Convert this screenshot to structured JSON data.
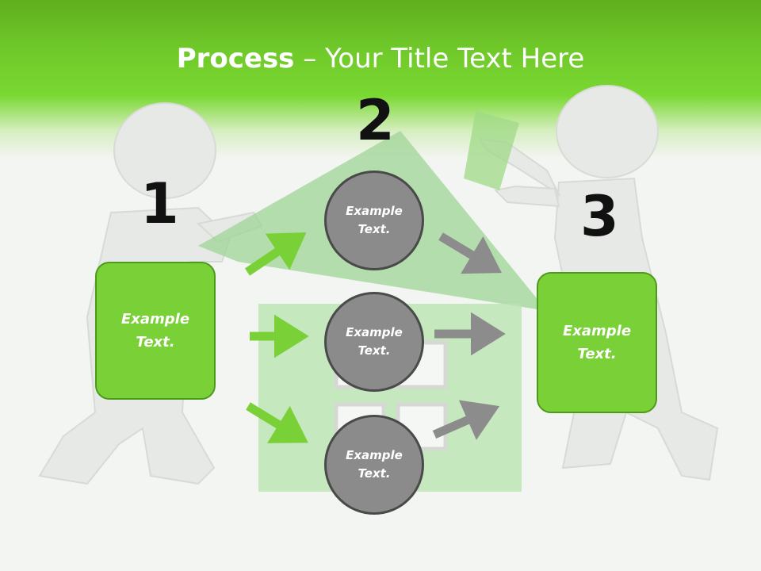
{
  "title": {
    "bold": "Process",
    "rest": " – Your Title Text Here"
  },
  "steps": [
    {
      "number": "1",
      "label": "Example Text."
    },
    {
      "number": "2"
    },
    {
      "number": "3",
      "label": "Example Text."
    }
  ],
  "circles": [
    {
      "label": "Example Text."
    },
    {
      "label": "Example Text."
    },
    {
      "label": "Example Text."
    }
  ],
  "colors": {
    "accent_green": "#7ad137",
    "circle_gray": "#8b8b8b",
    "arrow_green": "#7ad137",
    "arrow_gray": "#8c8c8c"
  }
}
